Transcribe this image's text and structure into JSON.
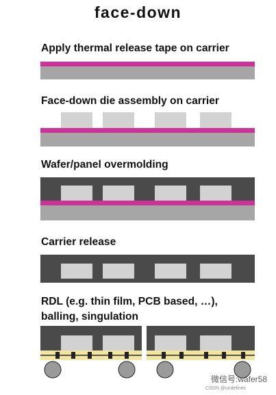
{
  "title": "face-down",
  "steps": [
    {
      "caption": "Apply thermal release tape on carrier"
    },
    {
      "caption": "Face-down die assembly on carrier"
    },
    {
      "caption": "Wafer/panel overmolding"
    },
    {
      "caption": "Carrier release"
    },
    {
      "caption_lines": [
        "RDL (e.g. thin film, PCB based, …),",
        "balling, singulation"
      ]
    }
  ],
  "watermark": {
    "main": "微信号:wafer58",
    "sub": "CSDN @undefinec"
  },
  "colors": {
    "carrier": "#a6a6a6",
    "release_tape": "#cc3399",
    "die": "#d2d2d2",
    "mold": "#4a4a4a",
    "rdl": "#f2e6a3",
    "ball": "#9a9a9a",
    "outline": "#222222"
  }
}
